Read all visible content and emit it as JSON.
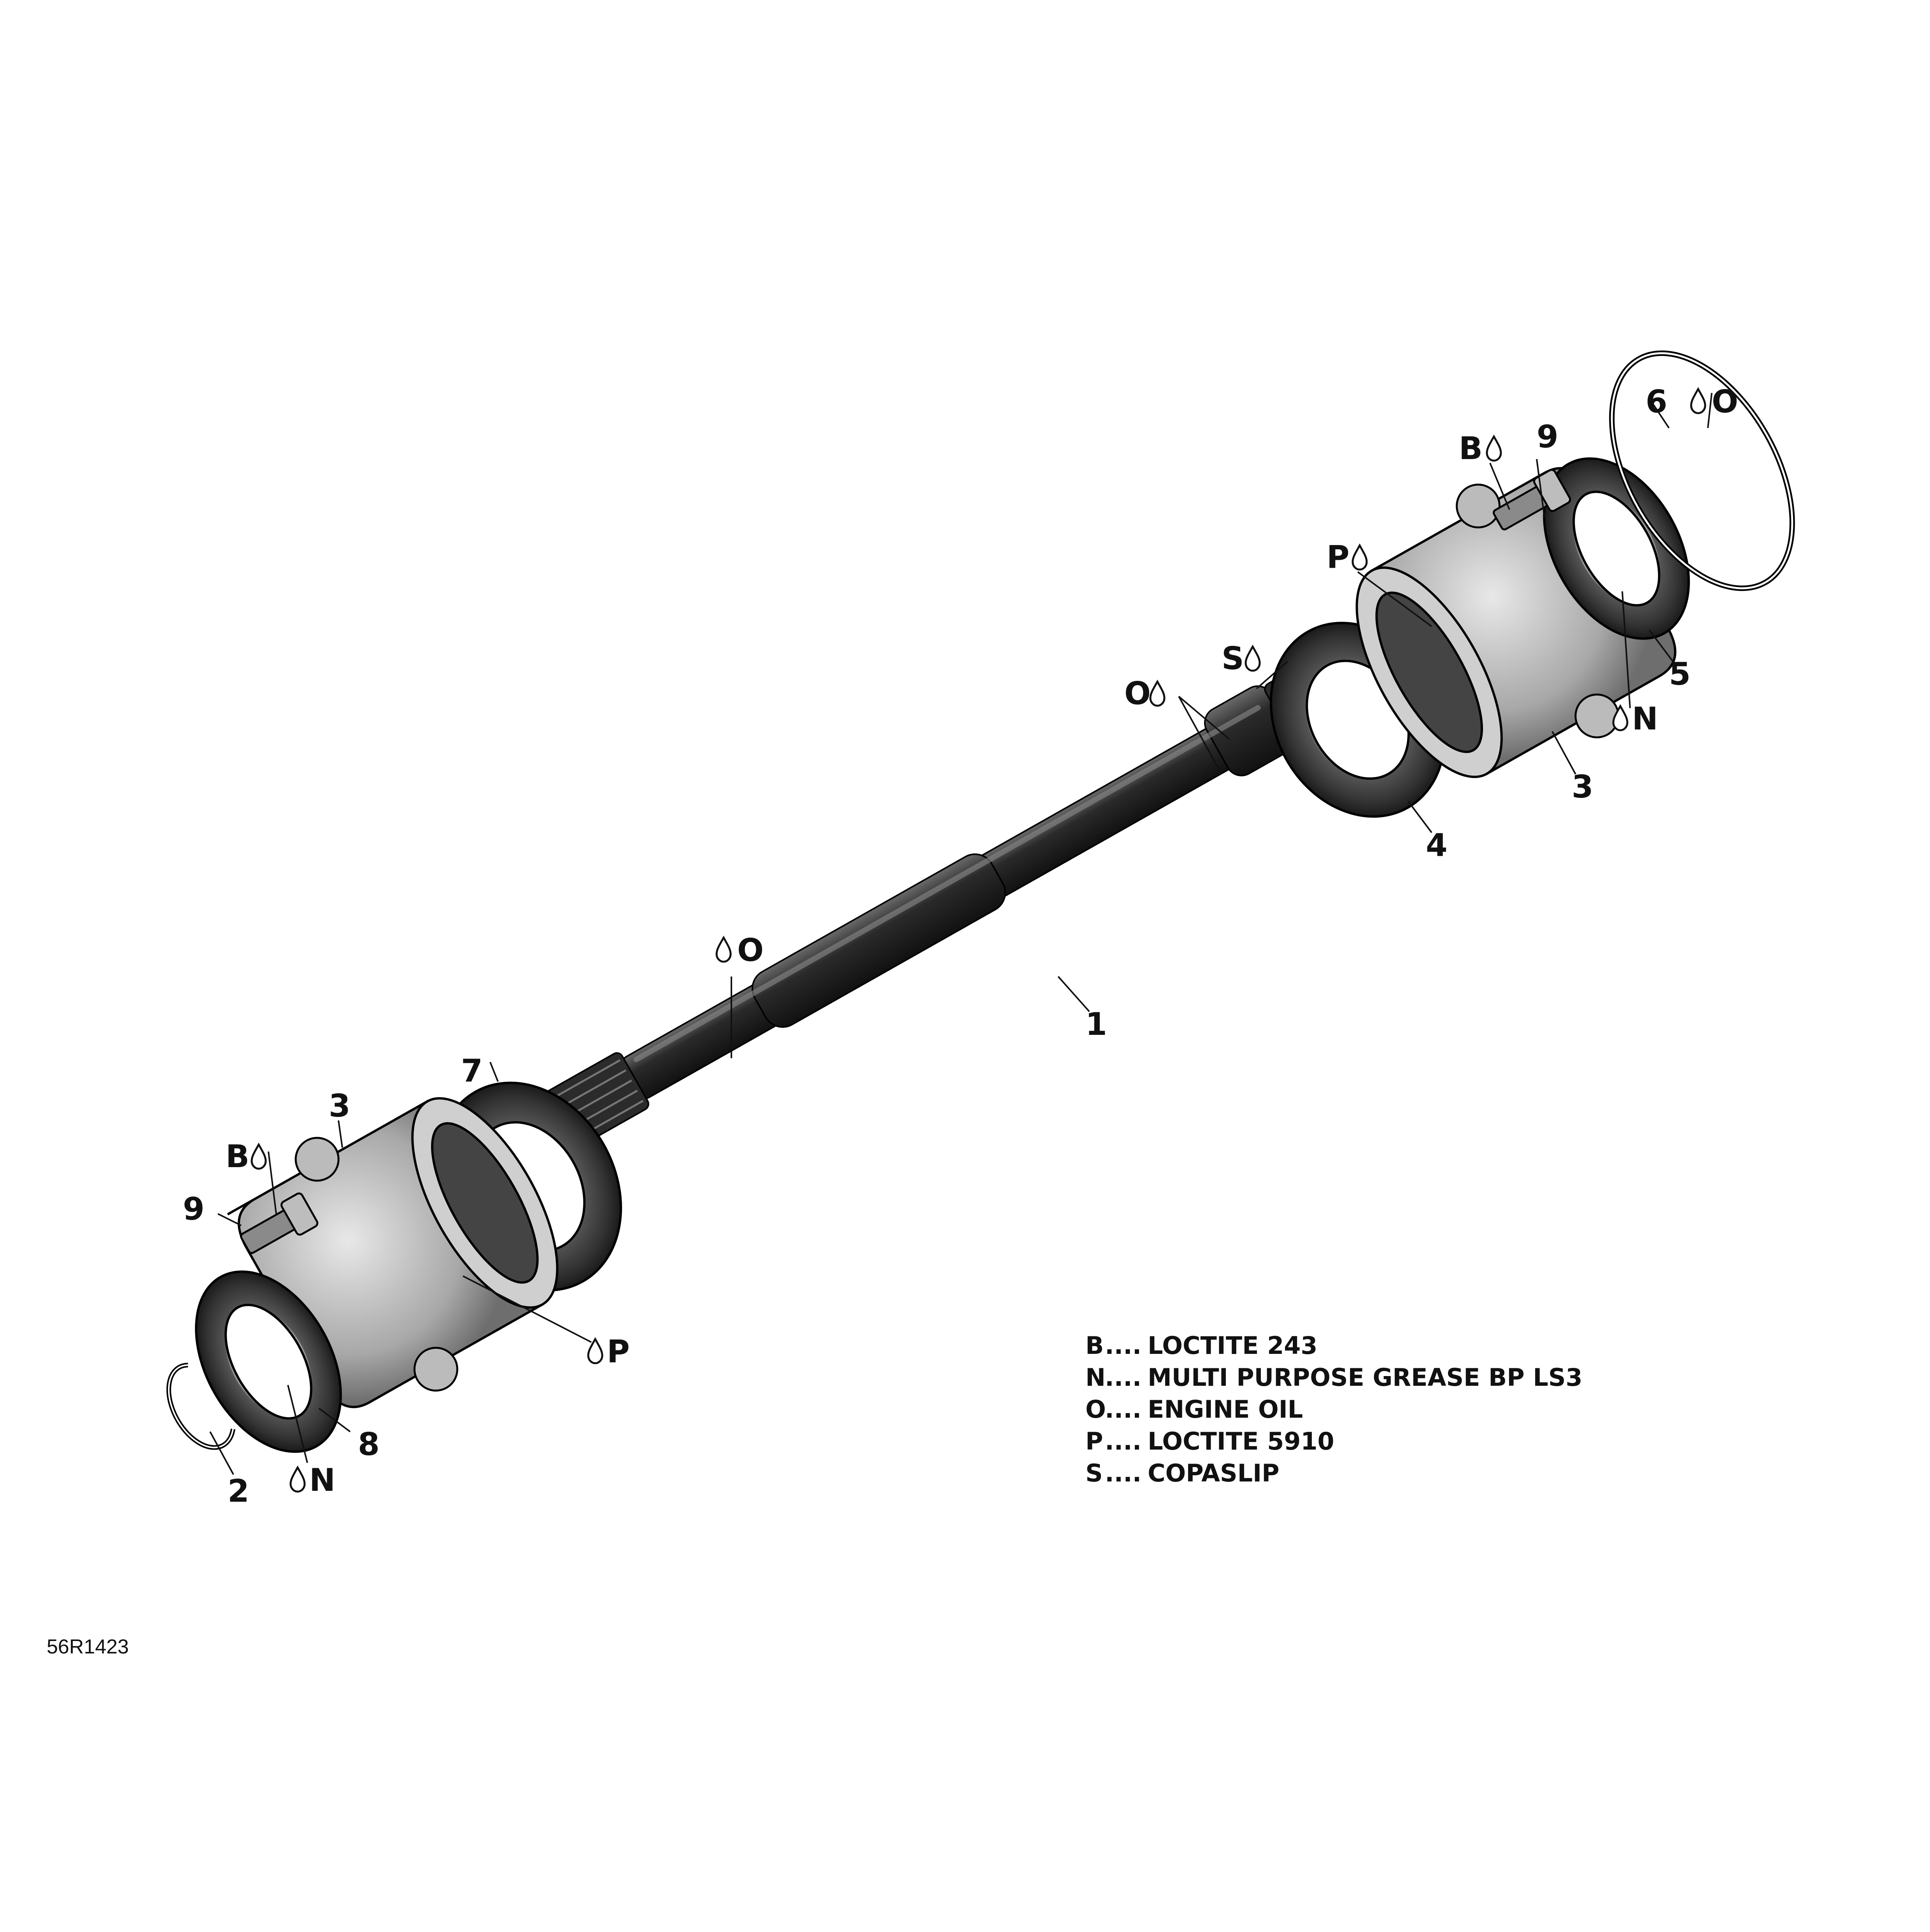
{
  "diagram_id": "56R1423",
  "callouts": [
    {
      "id": "c1",
      "text": "1"
    },
    {
      "id": "c2",
      "text": "2"
    },
    {
      "id": "c3-right",
      "text": "3"
    },
    {
      "id": "c3-left",
      "text": "3"
    },
    {
      "id": "c4",
      "text": "4"
    },
    {
      "id": "c5",
      "text": "5"
    },
    {
      "id": "c6",
      "text": "6"
    },
    {
      "id": "c7",
      "text": "7"
    },
    {
      "id": "c8",
      "text": "8"
    },
    {
      "id": "c9-right",
      "text": "9"
    },
    {
      "id": "c9-left",
      "text": "9"
    }
  ],
  "lubricant_marks": [
    {
      "id": "o-ring-6",
      "code": "O",
      "glyph_first": true
    },
    {
      "id": "b-right",
      "code": "B",
      "glyph_first": false
    },
    {
      "id": "p-right",
      "code": "P",
      "glyph_first": false
    },
    {
      "id": "s-shaft",
      "code": "S",
      "glyph_first": false
    },
    {
      "id": "o-spline",
      "code": "O",
      "glyph_first": false
    },
    {
      "id": "n-right",
      "code": "N",
      "glyph_first": true
    },
    {
      "id": "o-shaft",
      "code": "O",
      "glyph_first": true
    },
    {
      "id": "b-left",
      "code": "B",
      "glyph_first": false
    },
    {
      "id": "p-left",
      "code": "P",
      "glyph_first": true
    },
    {
      "id": "n-left",
      "code": "N",
      "glyph_first": true
    }
  ],
  "legend": [
    {
      "code": "B",
      "separator": "....",
      "description": "LOCTITE 243"
    },
    {
      "code": "N",
      "separator": "....",
      "description": "MULTI PURPOSE GREASE BP LS3"
    },
    {
      "code": "O",
      "separator": "....",
      "description": "ENGINE OIL"
    },
    {
      "code": "P",
      "separator": "....",
      "description": "LOCTITE 5910"
    },
    {
      "code": "S",
      "separator": "....",
      "description": "COPASLIP"
    }
  ]
}
